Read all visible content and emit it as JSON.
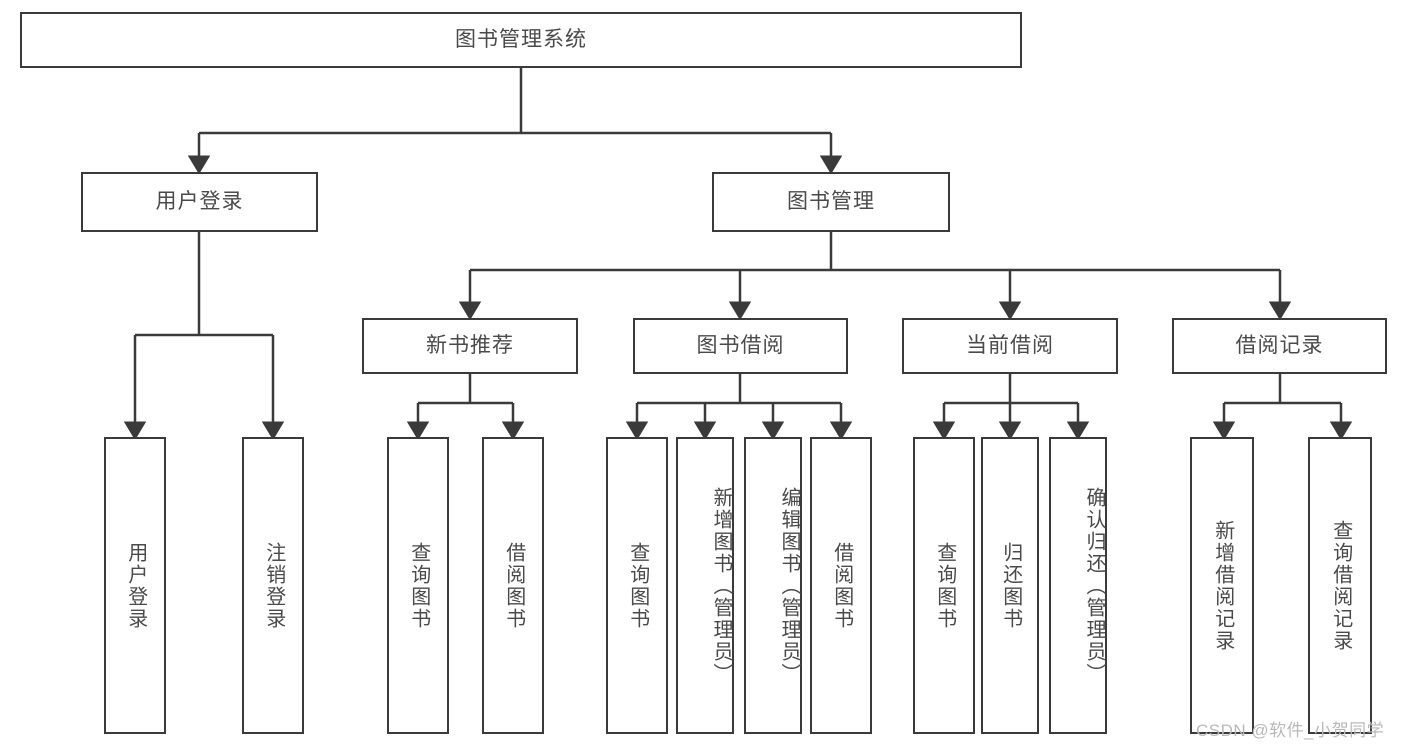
{
  "diagram": {
    "title": "图书管理系统",
    "type": "功能结构图",
    "root": {
      "label": "图书管理系统"
    },
    "level2": [
      {
        "label": "用户登录"
      },
      {
        "label": "图书管理"
      }
    ],
    "level3": [
      {
        "label": "新书推荐"
      },
      {
        "label": "图书借阅"
      },
      {
        "label": "当前借阅"
      },
      {
        "label": "借阅记录"
      }
    ],
    "leaves": {
      "user_login": [
        {
          "label": "用户登录"
        },
        {
          "label": "注销登录"
        }
      ],
      "new_book": [
        {
          "label": "查询图书"
        },
        {
          "label": "借阅图书"
        }
      ],
      "borrow_book": [
        {
          "label": "查询图书"
        },
        {
          "label": "新增图书（管理员）"
        },
        {
          "label": "编辑图书（管理员）"
        },
        {
          "label": "借阅图书"
        }
      ],
      "current_borrow": [
        {
          "label": "查询图书"
        },
        {
          "label": "归还图书"
        },
        {
          "label": "确认归还（管理员）"
        }
      ],
      "borrow_record": [
        {
          "label": "新增借阅记录"
        },
        {
          "label": "查询借阅记录"
        }
      ]
    }
  },
  "watermark": {
    "text": "CSDN @软件_小贺同学"
  },
  "colors": {
    "stroke": "#3a3a3a",
    "text": "#4a4a4a",
    "background": "#ffffff",
    "watermark": "#b9b9b9"
  }
}
